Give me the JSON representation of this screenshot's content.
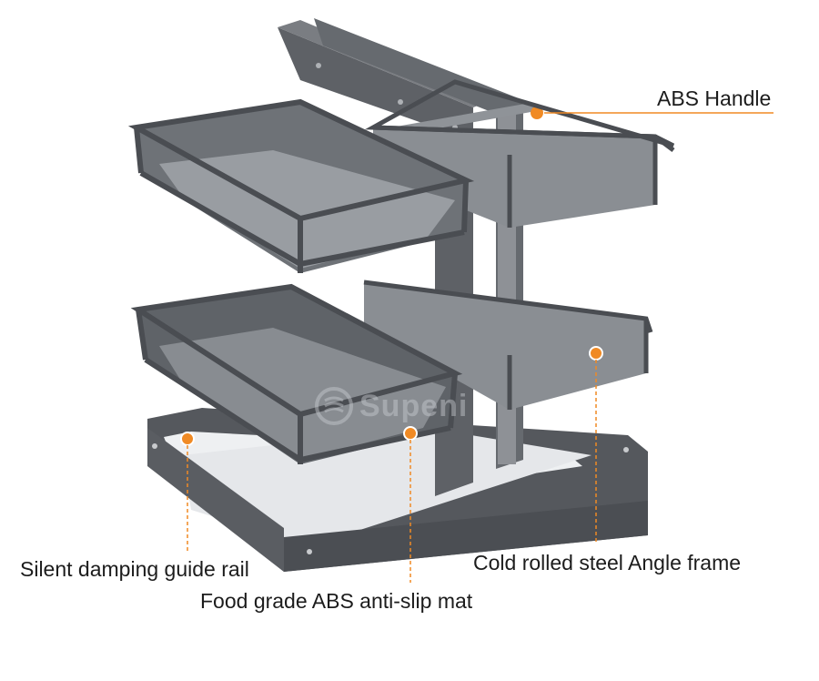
{
  "labels": {
    "abs_handle": "ABS Handle",
    "angle_frame": "Cold rolled steel Angle frame",
    "guide_rail": "Silent damping guide rail",
    "anti_slip_mat": "Food grade ABS anti-slip mat"
  },
  "watermark": {
    "text": "Supeni",
    "icon": "logo-mark-icon"
  },
  "colors": {
    "callout": "#f08a24",
    "frame": "#4a4d52",
    "mat": "#7d8186",
    "background": "#ffffff"
  }
}
